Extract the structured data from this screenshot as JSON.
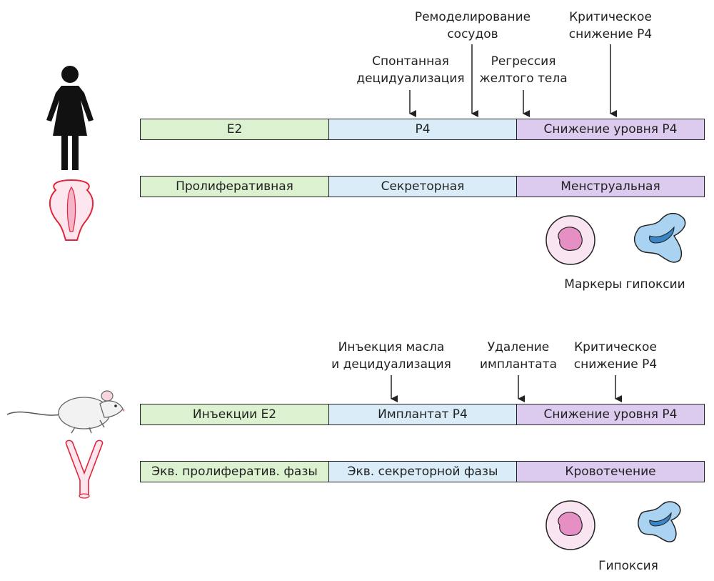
{
  "human": {
    "annotations": [
      {
        "line1": "Ремоделирование",
        "line2": "сосудов"
      },
      {
        "line1": "Критическое",
        "line2": "снижение P4"
      },
      {
        "line1": "Спонтанная",
        "line2": "децидуализация"
      },
      {
        "line1": "Регрессия",
        "line2": "желтого тела"
      }
    ],
    "hormone_bar": [
      "E2",
      "P4",
      "Снижение уровня P4"
    ],
    "phase_bar": [
      "Пролиферативная",
      "Секреторная",
      "Менструальная"
    ],
    "cells_caption": "Маркеры гипоксии"
  },
  "mouse": {
    "annotations": [
      {
        "line1": "Инъекция масла",
        "line2": "и децидуализация"
      },
      {
        "line1": "Удаление",
        "line2": "имплантата"
      },
      {
        "line1": "Критическое",
        "line2": "снижение P4"
      }
    ],
    "hormone_bar": [
      "Инъекции E2",
      "Имплантат P4",
      "Снижение уровня P4"
    ],
    "phase_bar": [
      "Экв. пролифератив. фазы",
      "Экв. секреторной фазы",
      "Кровотечение"
    ],
    "cells_caption": "Гипоксия"
  },
  "colors": {
    "estrogen_phase": "#dcf1cf",
    "progesterone_phase": "#d9ecf8",
    "menstrual_phase": "#dccbef",
    "uterus_outline": "#e0263b",
    "uterus_fill": "#fde6ee",
    "cell_fill": "#f9e4f1",
    "nucleus_fill": "#e58fc4",
    "macrophage_fill": "#a9d3f0",
    "macrophage_nucleus": "#3a86c8"
  }
}
